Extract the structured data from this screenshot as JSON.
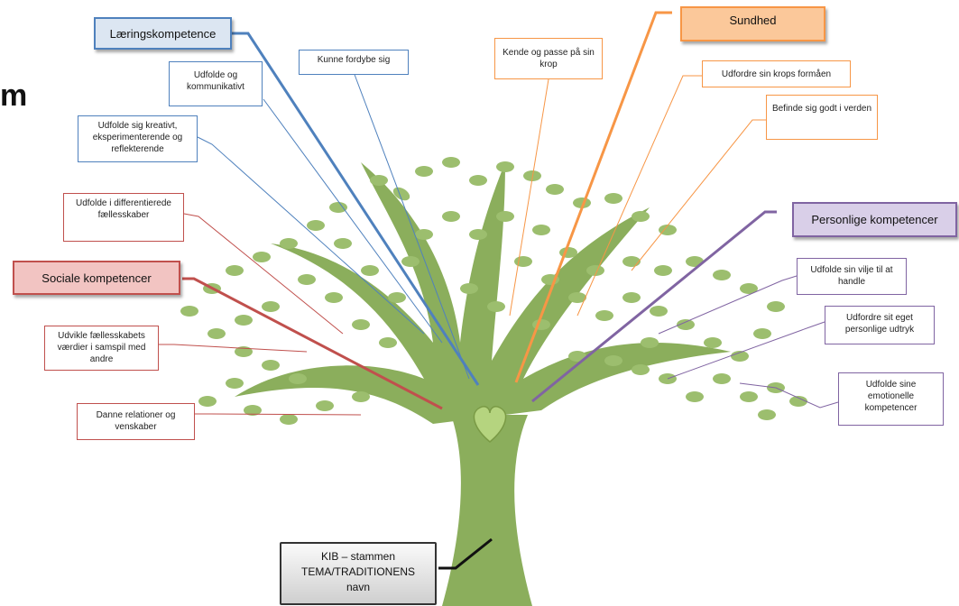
{
  "left_fragment": "m",
  "categories": {
    "laering": {
      "label": "Læringskompetence",
      "color": "#4f81bd",
      "fill": "#dce6f2"
    },
    "sundhed": {
      "label": "Sundhed",
      "color": "#f79646",
      "fill": "#fbc89a"
    },
    "personlige": {
      "label": "Personlige kompetencer",
      "color": "#8064a2",
      "fill": "#d9cfe8"
    },
    "sociale": {
      "label": "Sociale kompetencer",
      "color": "#c0504d",
      "fill": "#f2c4c2"
    }
  },
  "competences": {
    "kunne_fordybe": "Kunne fordybe sig",
    "udfolde_kommunikativt": "Udfolde og kommunikativt",
    "udfolde_kreativt": "Udfolde sig kreativt, eksperimenterende og reflekterende",
    "udfolde_differentierede": "Udfolde i differentierede fællesskaber",
    "kende_krop": "Kende og passe på sin krop",
    "udfordre_krop": "Udfordre sin krops formåen",
    "befinde_verden": "Befinde sig godt i verden",
    "udfolde_vilje": "Udfolde sin vilje til at handle",
    "udfordre_udtryk": "Udfordre sit eget personlige udtryk",
    "udfolde_emotionelle": "Udfolde sine emotionelle kompetencer",
    "udvikle_vaerdier": "Udvikle fællesskabets værdier i samspil med andre",
    "danne_relationer": "Danne relationer og venskaber"
  },
  "trunk": {
    "line1": "KIB – stammen",
    "line2": "TEMA/TRADITIONENS",
    "line3": "navn"
  },
  "colors": {
    "tree": "#8bae5c",
    "leaf": "#9cbe6e",
    "heart": "#b5d47f",
    "thin_line": "#999999"
  }
}
